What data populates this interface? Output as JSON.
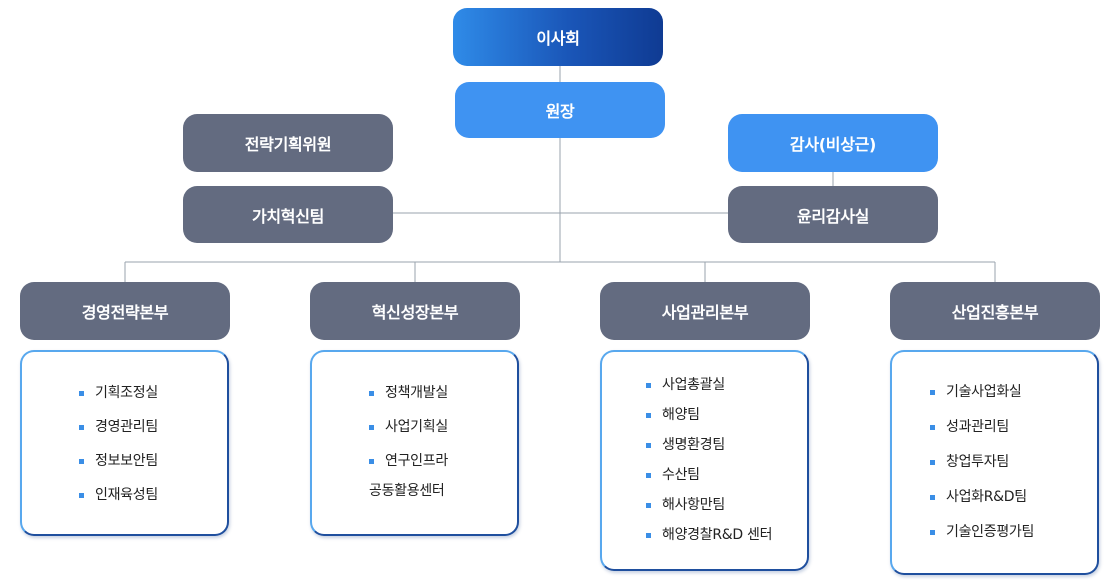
{
  "board": "이사회",
  "director": "원장",
  "left_units": [
    "전략기획위원",
    "가치혁신팀"
  ],
  "auditor": "감사(비상근)",
  "ethics_office": "윤리감사실",
  "divisions": [
    {
      "name": "경영전략본부",
      "teams": [
        "기획조정실",
        "경영관리팀",
        "정보보안팀",
        "인재육성팀"
      ]
    },
    {
      "name": "혁신성장본부",
      "teams": [
        "정책개발실",
        "사업기획실"
      ],
      "multiline_team": [
        "연구인프라",
        "공동활용센터"
      ]
    },
    {
      "name": "사업관리본부",
      "teams": [
        "사업총괄실",
        "해양팀",
        "생명환경팀",
        "수산팀",
        "해사항만팀",
        "해양경찰R&D 센터"
      ]
    },
    {
      "name": "산업진흥본부",
      "teams": [
        "기술사업화실",
        "성과관리팀",
        "창업투자팀",
        "사업화R&D팀",
        "기술인증평가팀"
      ]
    }
  ],
  "colors": {
    "board_gradient": [
      "#2f8be8",
      "#0f3b93"
    ],
    "director_blue": "#3f93f2",
    "unit_gray": "#636b80",
    "panel_border": "#2f7fd6",
    "connector": "#9aa3ad"
  }
}
